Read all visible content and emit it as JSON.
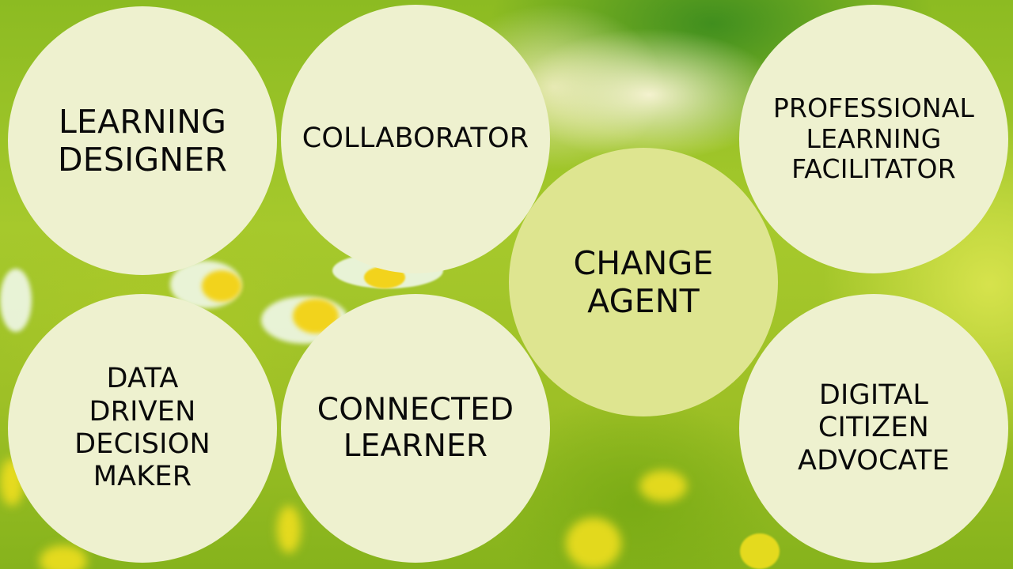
{
  "slide": {
    "background": "blurred green meadow with daisies and yellow flowers",
    "colors": {
      "circle_fill": "#eef1cf",
      "center_circle_fill": "#dee590",
      "text": "#0a0a0a"
    },
    "circles": [
      {
        "id": "learning-designer",
        "label": "LEARNING\nDESIGNER",
        "lines": [
          "LEARNING",
          "DESIGNER"
        ]
      },
      {
        "id": "collaborator",
        "label": "COLLABORATOR",
        "lines": [
          "COLLABORATOR"
        ]
      },
      {
        "id": "professional-learning-facilitator",
        "label": "PROFESSIONAL\nLEARNING\nFACILITATOR",
        "lines": [
          "PROFESSIONAL",
          "LEARNING",
          "FACILITATOR"
        ]
      },
      {
        "id": "change-agent",
        "label": "CHANGE\nAGENT",
        "lines": [
          "CHANGE",
          "AGENT"
        ]
      },
      {
        "id": "data-driven-decision-maker",
        "label": "DATA\nDRIVEN\nDECISION\nMAKER",
        "lines": [
          "DATA",
          "DRIVEN",
          "DECISION",
          "MAKER"
        ]
      },
      {
        "id": "connected-learner",
        "label": "CONNECTED\nLEARNER",
        "lines": [
          "CONNECTED",
          "LEARNER"
        ]
      },
      {
        "id": "digital-citizen-advocate",
        "label": "DIGITAL\nCITIZEN\nADVOCATE",
        "lines": [
          "DIGITAL",
          "CITIZEN",
          "ADVOCATE"
        ]
      }
    ]
  }
}
